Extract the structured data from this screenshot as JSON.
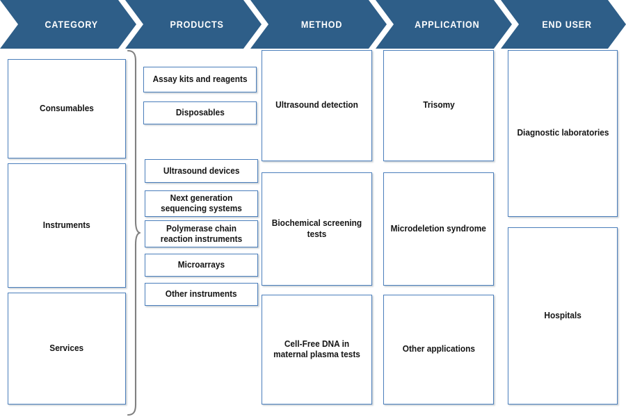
{
  "header": {
    "steps": [
      {
        "label": "CATEGORY"
      },
      {
        "label": "PRODUCTS"
      },
      {
        "label": "METHOD"
      },
      {
        "label": "APPLICATION"
      },
      {
        "label": "END USER"
      }
    ]
  },
  "colors": {
    "banner_blue": "#2E5E88",
    "box_border_blue": "#4A7EBB",
    "brace_gray": "#808080",
    "box_fill": "#FFFFFF",
    "text_dark": "#141414",
    "header_text": "#FFFFFF"
  },
  "columns": {
    "category": {
      "title": "CATEGORY",
      "items": [
        {
          "label": "Consumables"
        },
        {
          "label": "Instruments"
        },
        {
          "label": "Services"
        }
      ]
    },
    "products": {
      "title": "PRODUCTS",
      "items": [
        {
          "label": "Assay kits and reagents"
        },
        {
          "label": "Disposables"
        },
        {
          "label": "Ultrasound devices"
        },
        {
          "label": "Next generation sequencing systems"
        },
        {
          "label": "Polymerase chain reaction instruments"
        },
        {
          "label": "Microarrays"
        },
        {
          "label": "Other instruments"
        }
      ]
    },
    "method": {
      "title": "METHOD",
      "items": [
        {
          "label": "Ultrasound detection"
        },
        {
          "label": "Biochemical screening tests"
        },
        {
          "label": "Cell-Free DNA in maternal plasma tests"
        }
      ]
    },
    "application": {
      "title": "APPLICATION",
      "items": [
        {
          "label": "Trisomy"
        },
        {
          "label": "Microdeletion syndrome"
        },
        {
          "label": "Other applications"
        }
      ]
    },
    "end_user": {
      "title": "END USER",
      "items": [
        {
          "label": "Diagnostic laboratories"
        },
        {
          "label": "Hospitals"
        }
      ]
    }
  },
  "connector": {
    "brace_name": "category-to-products-brace"
  }
}
